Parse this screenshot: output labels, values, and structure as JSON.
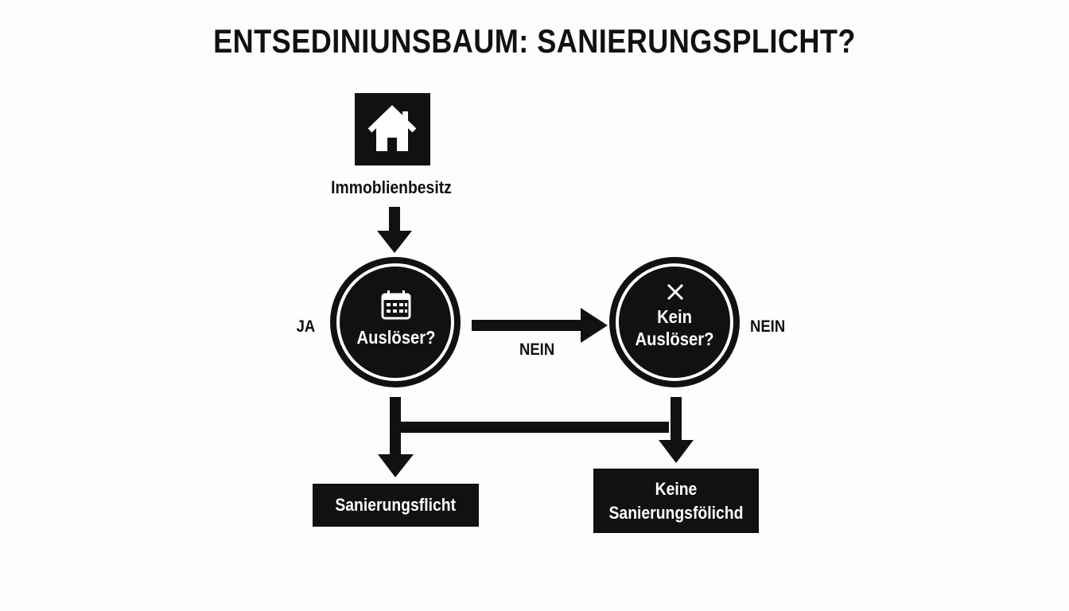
{
  "title": "ENTSEDINIUNSBAUM: SANIERUNGSPLICHT?",
  "start": {
    "icon": "house-icon",
    "label": "Immoblienbesitz"
  },
  "decision_left": {
    "icon": "calendar-icon",
    "label": "Auslöser?",
    "side_label": "JA"
  },
  "decision_right": {
    "icon": "close-icon",
    "label_line1": "Kein",
    "label_line2": "Auslöser?",
    "side_label": "NEIN"
  },
  "edge_no_label": "NEIN",
  "outcome_left": {
    "label": "Sanierungsflicht"
  },
  "outcome_right": {
    "label_line1": "Keine",
    "label_line2": "Sanierungsfölichd"
  },
  "colors": {
    "ink": "#111111",
    "background": "#fdfdfd",
    "text_on_dark": "#ffffff"
  }
}
